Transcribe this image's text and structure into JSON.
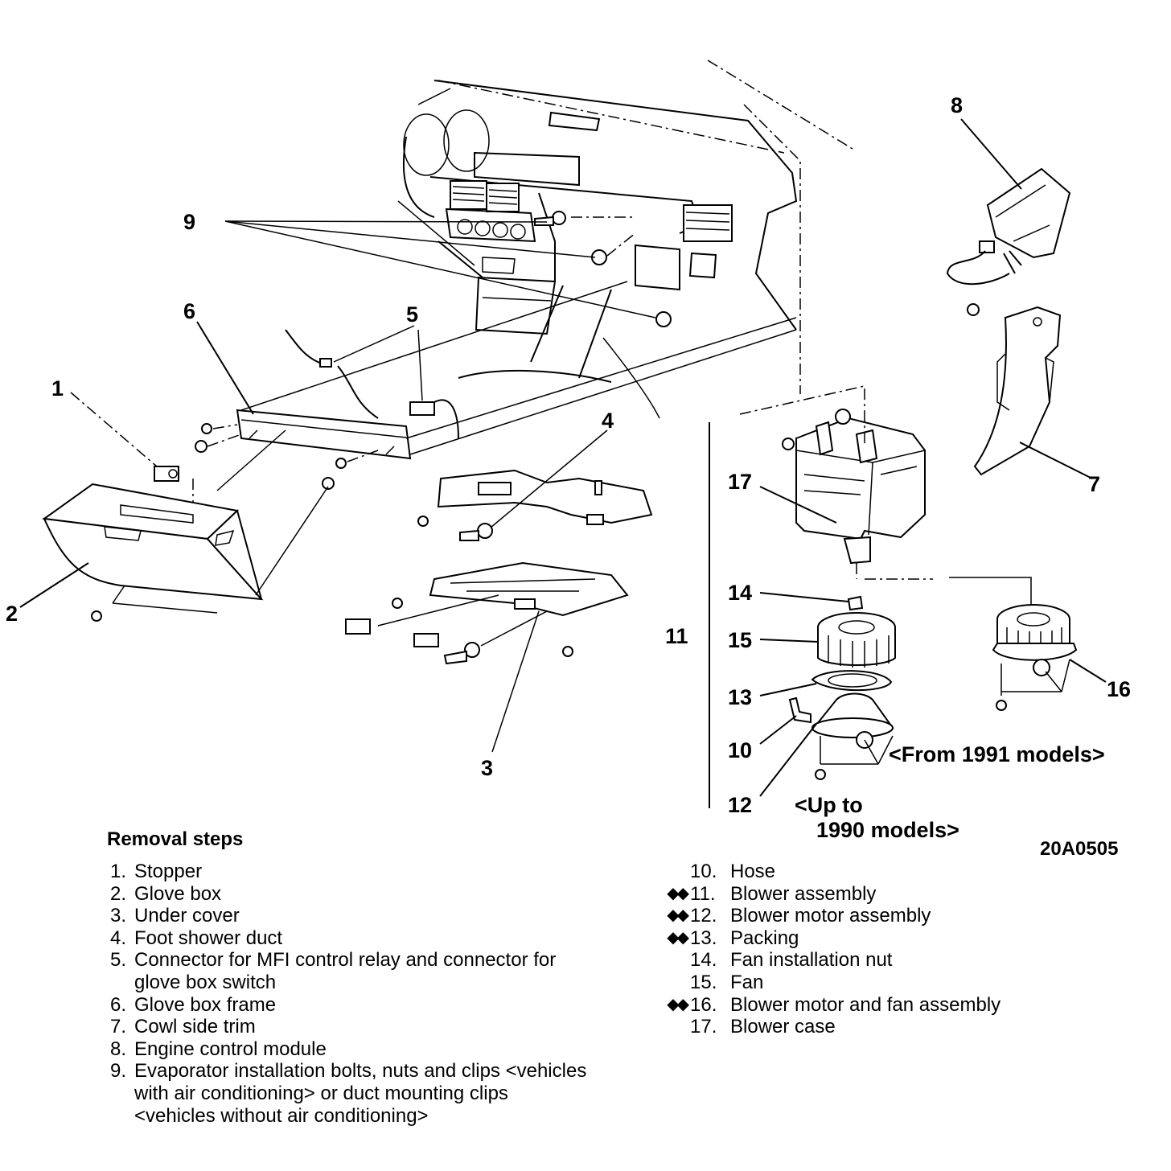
{
  "callouts": {
    "c1": "1",
    "c2": "2",
    "c3": "3",
    "c4": "4",
    "c5": "5",
    "c6": "6",
    "c7": "7",
    "c8": "8",
    "c9": "9",
    "c10": "10",
    "c11": "11",
    "c12": "12",
    "c13": "13",
    "c14": "14",
    "c15": "15",
    "c16": "16",
    "c17": "17"
  },
  "notes": {
    "from_1991": "<From 1991 models>",
    "up_to_1990_line1": "<Up to",
    "up_to_1990_line2": "1990 models>",
    "figure_code": "20A0505"
  },
  "removal": {
    "heading": "Removal steps",
    "left": [
      {
        "num": "1.",
        "text": "Stopper"
      },
      {
        "num": "2.",
        "text": "Glove box"
      },
      {
        "num": "3.",
        "text": "Under cover"
      },
      {
        "num": "4.",
        "text": "Foot shower duct"
      },
      {
        "num": "5.",
        "text": "Connector for MFI control relay and connector for glove box switch"
      },
      {
        "num": "6.",
        "text": "Glove box frame"
      },
      {
        "num": "7.",
        "text": "Cowl side trim"
      },
      {
        "num": "8.",
        "text": "Engine control module"
      },
      {
        "num": "9.",
        "text": "Evaporator installation bolts, nuts and clips <vehicles with air conditioning> or duct mounting clips <vehicles without air conditioning>"
      }
    ],
    "right": [
      {
        "mark": "",
        "num": "10.",
        "text": "Hose"
      },
      {
        "mark": "◆◆",
        "num": "11.",
        "text": "Blower assembly"
      },
      {
        "mark": "◆◆",
        "num": "12.",
        "text": "Blower motor assembly"
      },
      {
        "mark": "◆◆",
        "num": "13.",
        "text": "Packing"
      },
      {
        "mark": "",
        "num": "14.",
        "text": "Fan installation nut"
      },
      {
        "mark": "",
        "num": "15.",
        "text": "Fan"
      },
      {
        "mark": "◆◆",
        "num": "16.",
        "text": "Blower motor and fan assembly"
      },
      {
        "mark": "",
        "num": "17.",
        "text": "Blower case"
      }
    ]
  }
}
